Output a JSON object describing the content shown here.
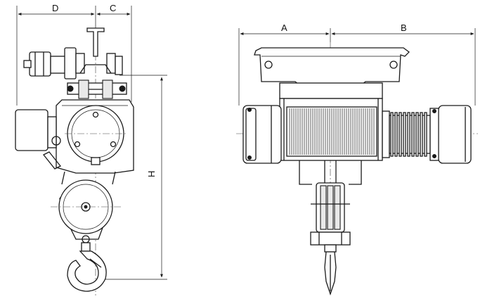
{
  "labels": {
    "dim_d": "D",
    "dim_c": "C",
    "dim_h": "H",
    "dim_a": "A",
    "dim_b": "B"
  },
  "colors": {
    "line": "#1a1a1a",
    "background": "#ffffff",
    "shade": "#e9e9e9"
  }
}
